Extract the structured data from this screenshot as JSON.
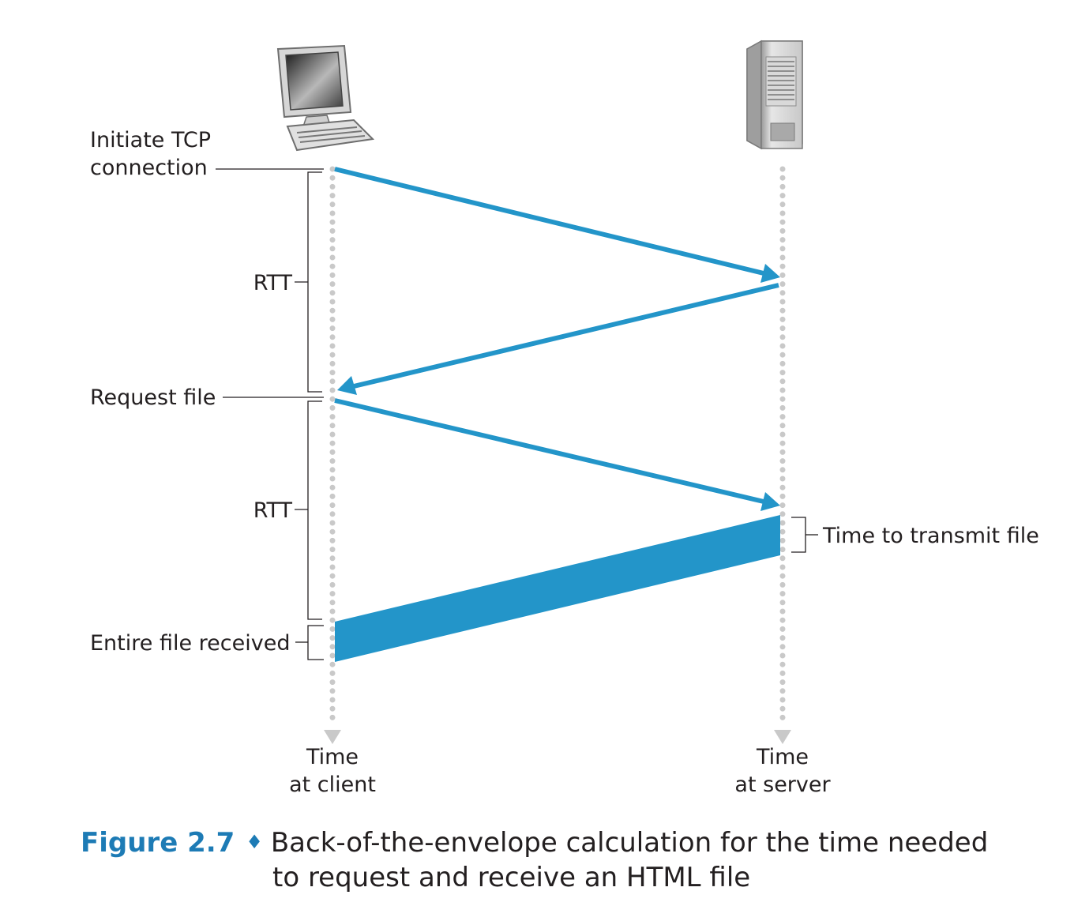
{
  "labels": {
    "initiate_line1": "Initiate TCP",
    "initiate_line2": "connection",
    "rtt_1": "RTT",
    "request_file": "Request file",
    "rtt_2": "RTT",
    "entire_file_received": "Entire file received",
    "time_to_transmit": "Time to transmit file",
    "client_time_line1": "Time",
    "client_time_line2": "at client",
    "server_time_line1": "Time",
    "server_time_line2": "at server"
  },
  "caption": {
    "figure_label": "Figure 2.7",
    "separator": "♦",
    "line1": "Back-of-the-envelope calculation for the time needed",
    "line2": "to request and receive an HTML file"
  },
  "icons": {
    "client": "desktop-computer-icon",
    "server": "server-tower-icon"
  },
  "colors": {
    "arrow": "#2395c9",
    "timeline": "#c9c9c9",
    "text": "#231f20",
    "figure_label": "#1d7bb5"
  }
}
